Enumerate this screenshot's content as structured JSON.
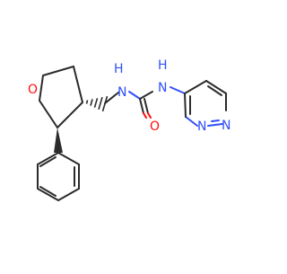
{
  "molecule": {
    "atom_labels": {
      "oxygen_ring": "O",
      "nh_left": "N",
      "nh_left_h": "H",
      "nh_right": "N",
      "nh_right_h": "H",
      "carbonyl_o": "O",
      "pyridazine_n1": "N",
      "pyridazine_n2": "N"
    },
    "colors": {
      "carbon_bond": "#2b2b2b",
      "nitrogen": "#3050F8",
      "oxygen": "#FF0D0D"
    }
  }
}
